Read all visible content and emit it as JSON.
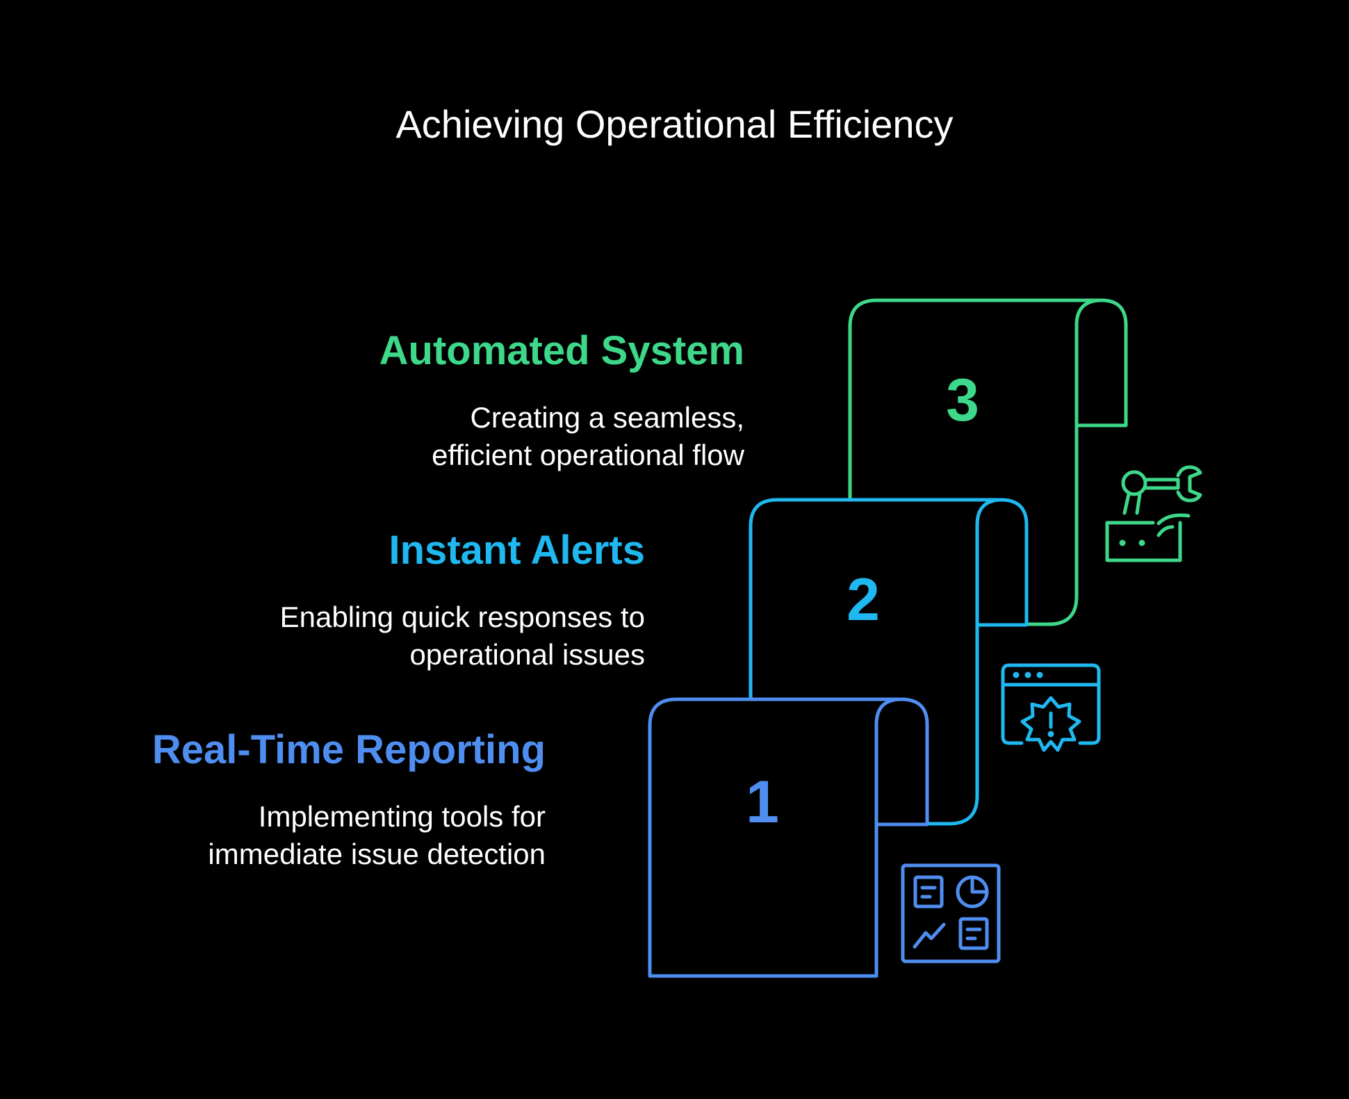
{
  "title": "Achieving Operational Efficiency",
  "colors": {
    "background": "#000000",
    "step1": "#4f8ef0",
    "step2": "#1fb8f0",
    "step3": "#3ed88a"
  },
  "steps": [
    {
      "number": "1",
      "heading": "Real-Time Reporting",
      "description": "Implementing tools for\nimmediate issue detection",
      "icon": "dashboard-report-icon"
    },
    {
      "number": "2",
      "heading": "Instant Alerts",
      "description": "Enabling quick responses to\noperational issues",
      "icon": "browser-alert-icon"
    },
    {
      "number": "3",
      "heading": "Automated System",
      "description": "Creating a seamless,\nefficient operational flow",
      "icon": "robotic-arm-icon"
    }
  ]
}
